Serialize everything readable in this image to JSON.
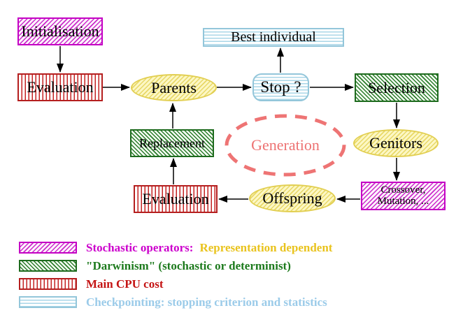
{
  "nodes": {
    "initialisation": {
      "label": "Initialisation"
    },
    "evaluation_top": {
      "label": "Evaluation"
    },
    "parents": {
      "label": "Parents"
    },
    "best_individual": {
      "label": "Best individual"
    },
    "stop": {
      "label": "Stop ?"
    },
    "selection": {
      "label": "Selection"
    },
    "genitors": {
      "label": "Genitors"
    },
    "crossover_mutation": {
      "line1": "Crossover,",
      "line2": "Mutation, ..."
    },
    "offspring": {
      "label": "Offspring"
    },
    "evaluation_bottom": {
      "label": "Evaluation"
    },
    "replacement": {
      "label": "Replacement"
    },
    "generation": {
      "label": "Generation"
    }
  },
  "legend": {
    "items": [
      {
        "label": "Stochastic operators:",
        "label2": "Representation dependent",
        "color": "#cc00cc",
        "color2": "#e9c31d",
        "pattern": "magenta-diagonal-hatch"
      },
      {
        "label": "\"Darwinism\" (stochastic or determinist)",
        "color": "#1d7a1d",
        "pattern": "green-diagonal-hatch"
      },
      {
        "label": "Main CPU cost",
        "color": "#c41414",
        "pattern": "red-vertical-lines"
      },
      {
        "label": "Checkpointing: stopping criterion and statistics",
        "color": "#9bcbe9",
        "pattern": "cyan-horizontal-lines"
      }
    ]
  },
  "colors": {
    "stochastic_hatch": "#cc00cc",
    "darwinism_hatch": "#2b7d2b",
    "cpu_hatch": "#c32222",
    "checkpoint_hatch": "#a9d6e7",
    "yellow_node_fill": "#e8d867",
    "yellow_node_border": "#e2cf52",
    "generation_dash": "#ee7474",
    "arrow": "#000000"
  }
}
